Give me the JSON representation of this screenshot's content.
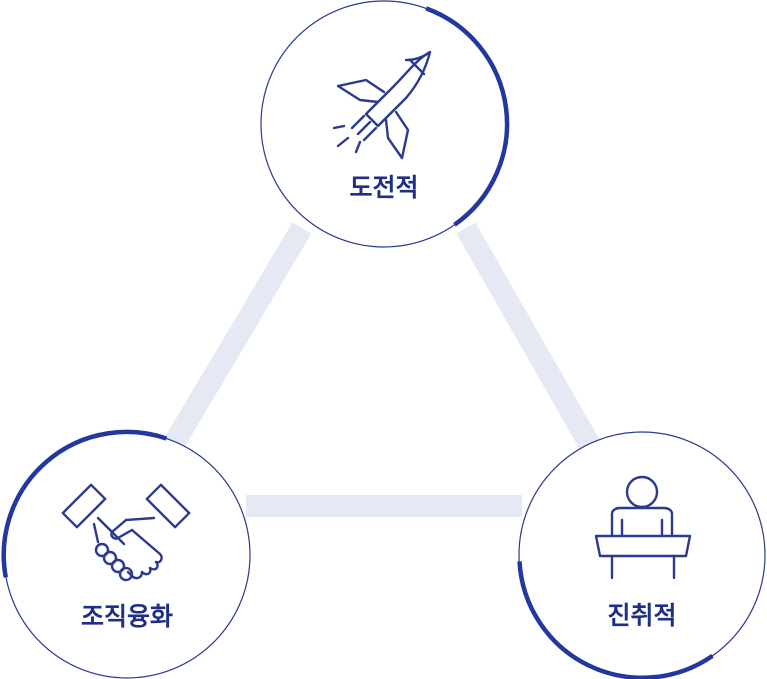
{
  "nodes": {
    "top": {
      "label": "도전적",
      "icon": "rocket-icon"
    },
    "left": {
      "label": "조직융화",
      "icon": "handshake-icon"
    },
    "right": {
      "label": "진취적",
      "icon": "person-at-podium-icon"
    }
  },
  "colors": {
    "accent": "#2237a0",
    "ring": "#2b3a8f",
    "connector": "#e4e9f4",
    "text": "#1f2f86"
  }
}
